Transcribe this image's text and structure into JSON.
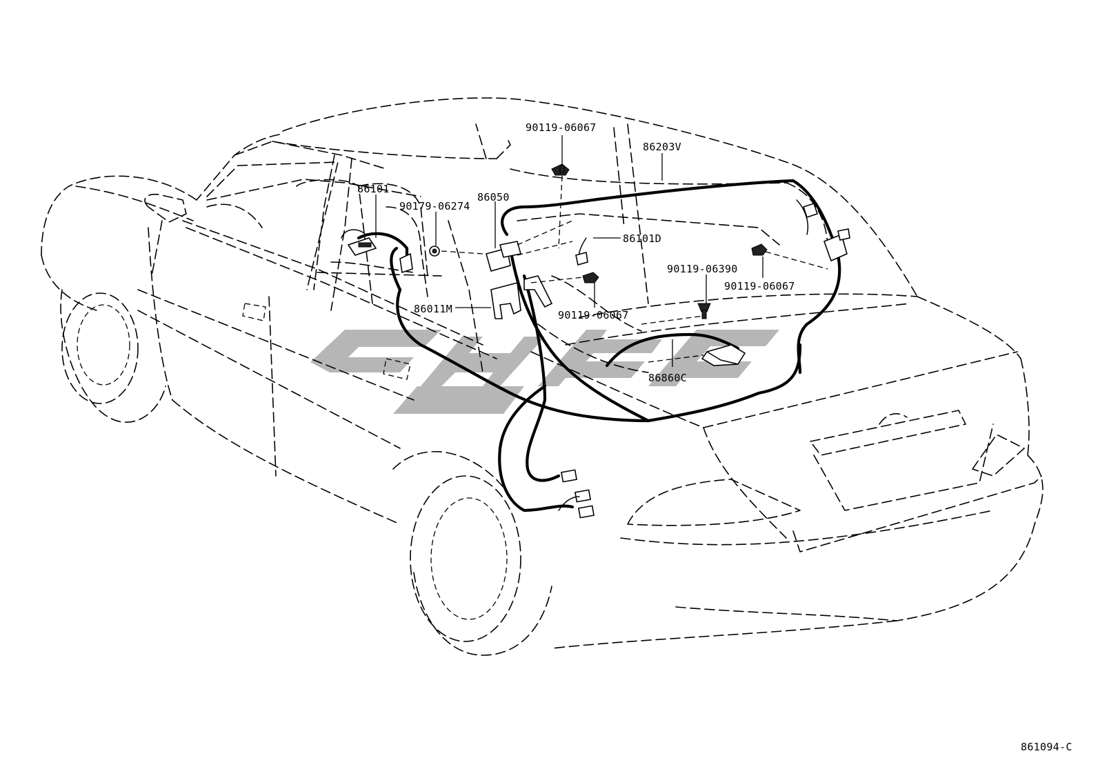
{
  "diagram": {
    "drawing_number": "861094-C",
    "parts": [
      {
        "id": "p1",
        "number": "90119-06067"
      },
      {
        "id": "p2",
        "number": "86203V"
      },
      {
        "id": "p3",
        "number": "86101"
      },
      {
        "id": "p4",
        "number": "90179-06274"
      },
      {
        "id": "p5",
        "number": "86050"
      },
      {
        "id": "p6",
        "number": "86101D"
      },
      {
        "id": "p7",
        "number": "90119-06390"
      },
      {
        "id": "p8",
        "number": "90119-06067"
      },
      {
        "id": "p9",
        "number": "86011M"
      },
      {
        "id": "p10",
        "number": "90119-06067"
      },
      {
        "id": "p11",
        "number": "86860C"
      }
    ]
  }
}
